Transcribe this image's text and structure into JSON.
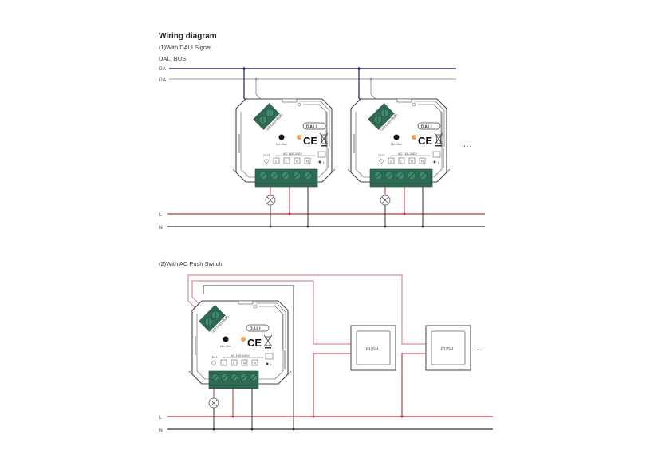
{
  "title": "Wiring diagram",
  "section1": {
    "subtitle": "(1)With DALI Signal",
    "bus_label": "DALI BUS",
    "bus_lines": [
      "DA",
      "DA"
    ],
    "power_lines": [
      "L",
      "N"
    ],
    "continuation": "..."
  },
  "section2": {
    "subtitle": "(2)With AC Push Switch",
    "power_lines": [
      "L",
      "N"
    ],
    "switches": [
      {
        "label": "PUSH"
      },
      {
        "label": "PUSH"
      }
    ],
    "continuation": "..."
  },
  "device": {
    "button_label": "Min.Set",
    "voltage_label": "AC 100-240V",
    "out_label": "OUT",
    "terminals": [
      "L",
      "L",
      "N",
      "N"
    ],
    "dali_terminal_label": "DA DA(INPUT)",
    "dali_logo": "DALI",
    "ce_mark": "CE",
    "ground_label": "L"
  },
  "colors": {
    "dali_bus_primary": "#2b2f6e",
    "dali_bus_secondary": "#9a9a9a",
    "live": "#c0313a",
    "live_light": "#d88f94",
    "neutral": "#333333",
    "terminal_green": "#2e6b55",
    "led_orange": "#f0a050"
  }
}
